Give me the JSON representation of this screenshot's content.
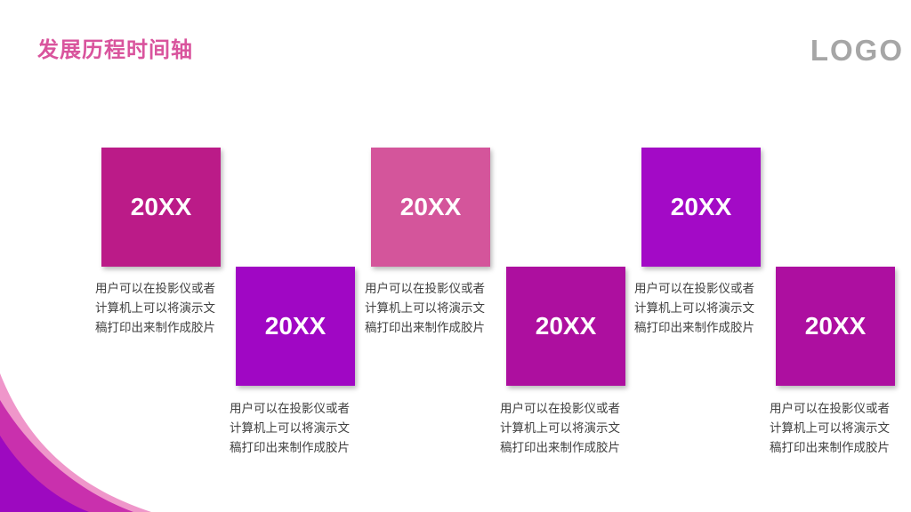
{
  "header": {
    "title": "发展历程时间轴",
    "logo": "LOGO"
  },
  "colors": {
    "title": "#d9549d",
    "box_1": "#bb1b88",
    "box_2": "#a007c4",
    "box_3": "#d4559b",
    "box_4": "#ad0f9f",
    "box_5": "#a30ac6",
    "box_6": "#ad0fa0"
  },
  "timeline": [
    {
      "year": "20XX",
      "lines": [
        "用户可以在投影仪或者",
        "计算机上可以将演示文",
        "稿打印出来制作成胶片"
      ]
    },
    {
      "year": "20XX",
      "lines": [
        "用户可以在投影仪或者",
        "计算机上可以将演示文",
        "稿打印出来制作成胶片"
      ]
    },
    {
      "year": "20XX",
      "lines": [
        "用户可以在投影仪或者",
        "计算机上可以将演示文",
        "稿打印出来制作成胶片"
      ]
    },
    {
      "year": "20XX",
      "lines": [
        "用户可以在投影仪或者",
        "计算机上可以将演示文",
        "稿打印出来制作成胶片"
      ]
    },
    {
      "year": "20XX",
      "lines": [
        "用户可以在投影仪或者",
        "计算机上可以将演示文",
        "稿打印出来制作成胶片"
      ]
    },
    {
      "year": "20XX",
      "lines": [
        "用户可以在投影仪或者",
        "计算机上可以将演示文",
        "稿打印出来制作成胶片"
      ]
    }
  ]
}
